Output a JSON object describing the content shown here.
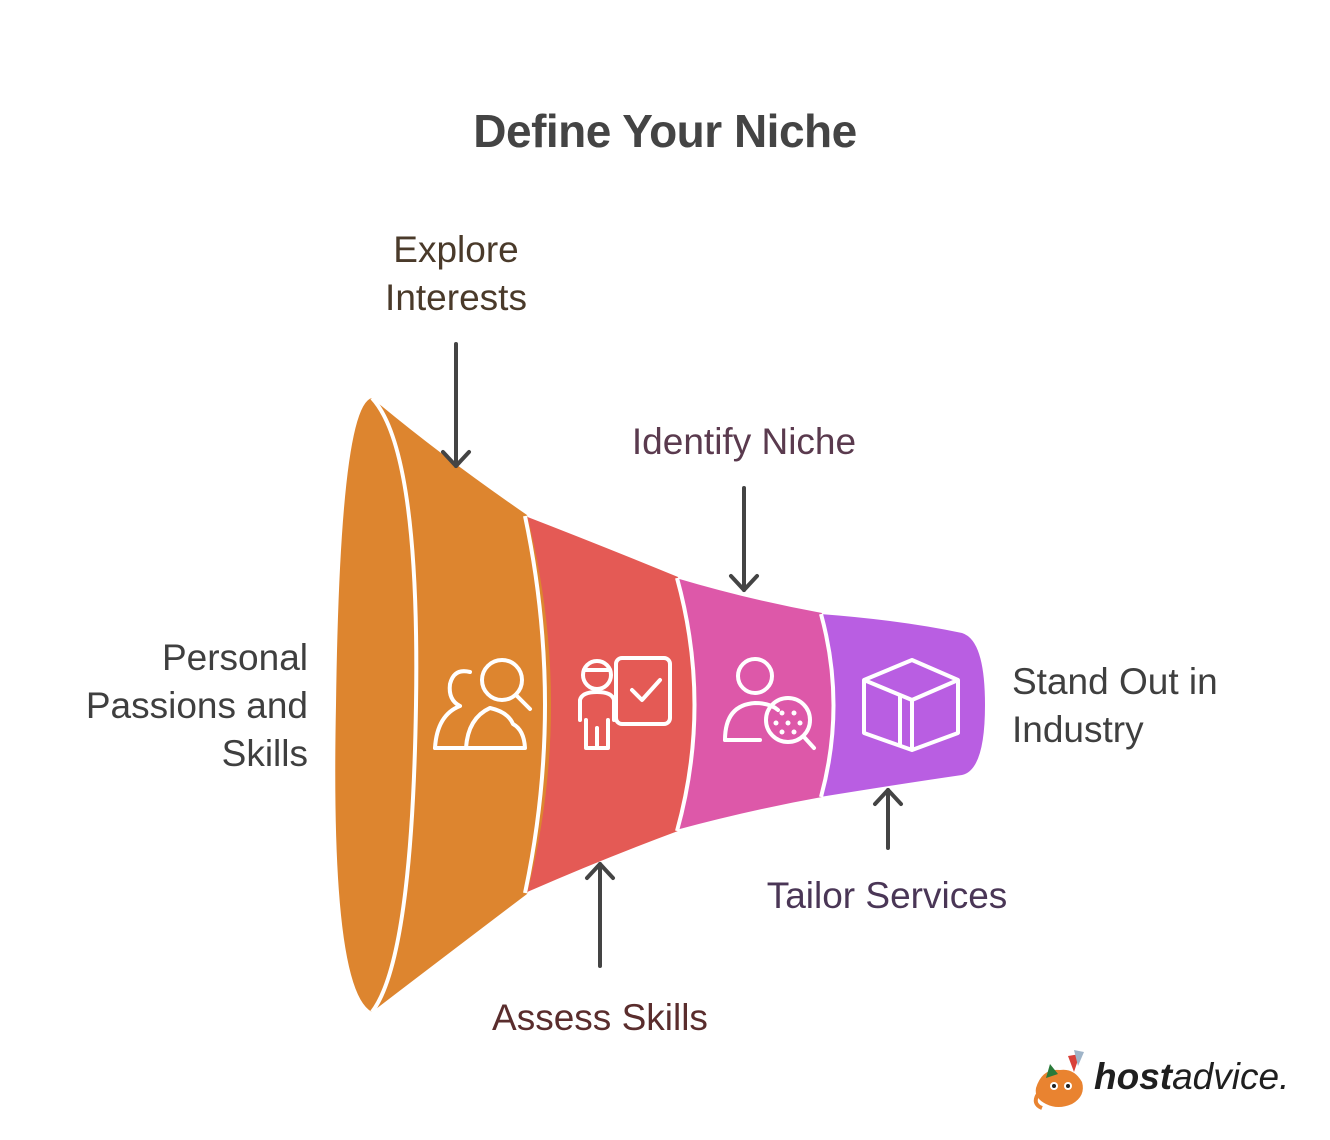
{
  "title": "Define Your Niche",
  "stages": [
    {
      "label": "Personal\nPassions and\nSkills",
      "color": "#dd852f",
      "icon": "users-search-icon"
    },
    {
      "label": "Assess Skills",
      "color": "#e45a55",
      "icon": "teacher-board-icon"
    },
    {
      "label": "Identify Niche",
      "color": "#dd58a9",
      "icon": "person-search-icon"
    },
    {
      "label": "Tailor Services",
      "color": "#b95ee2",
      "icon": "box-icon"
    }
  ],
  "annotations": {
    "explore": "Explore\nInterests",
    "assess": "Assess Skills",
    "identify": "Identify Niche",
    "tailor": "Tailor Services",
    "outcome": "Stand Out in\nIndustry"
  },
  "text_colors": {
    "explore": "#4a3a2a",
    "left": "#3f3f3f",
    "assess": "#5a2d2d",
    "identify": "#5a3a4e",
    "tailor": "#4a3656",
    "outcome": "#3f3f3f"
  },
  "brand": {
    "host": "host",
    "advice": "advice."
  }
}
